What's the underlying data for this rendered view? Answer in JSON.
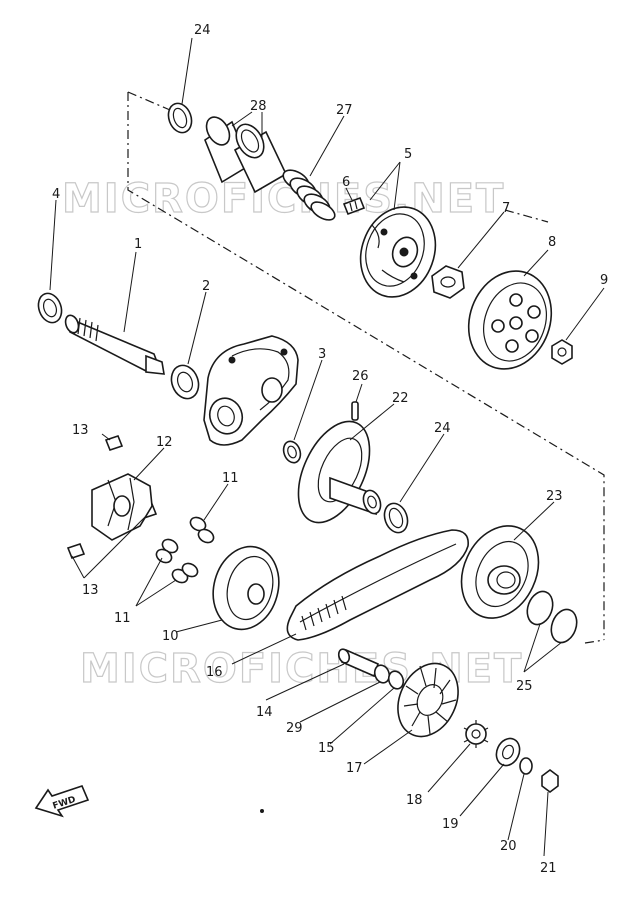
{
  "watermarks": [
    "MICROFICHES.NET",
    "MICROFICHES.NET"
  ],
  "fwd_label": "FWD",
  "callouts": [
    "24",
    "28",
    "27",
    "5",
    "6",
    "7",
    "8",
    "9",
    "4",
    "1",
    "2",
    "3",
    "26",
    "22",
    "24",
    "13",
    "12",
    "11",
    "13",
    "11",
    "10",
    "16",
    "23",
    "25",
    "14",
    "29",
    "15",
    "17",
    "18",
    "19",
    "20",
    "21"
  ]
}
